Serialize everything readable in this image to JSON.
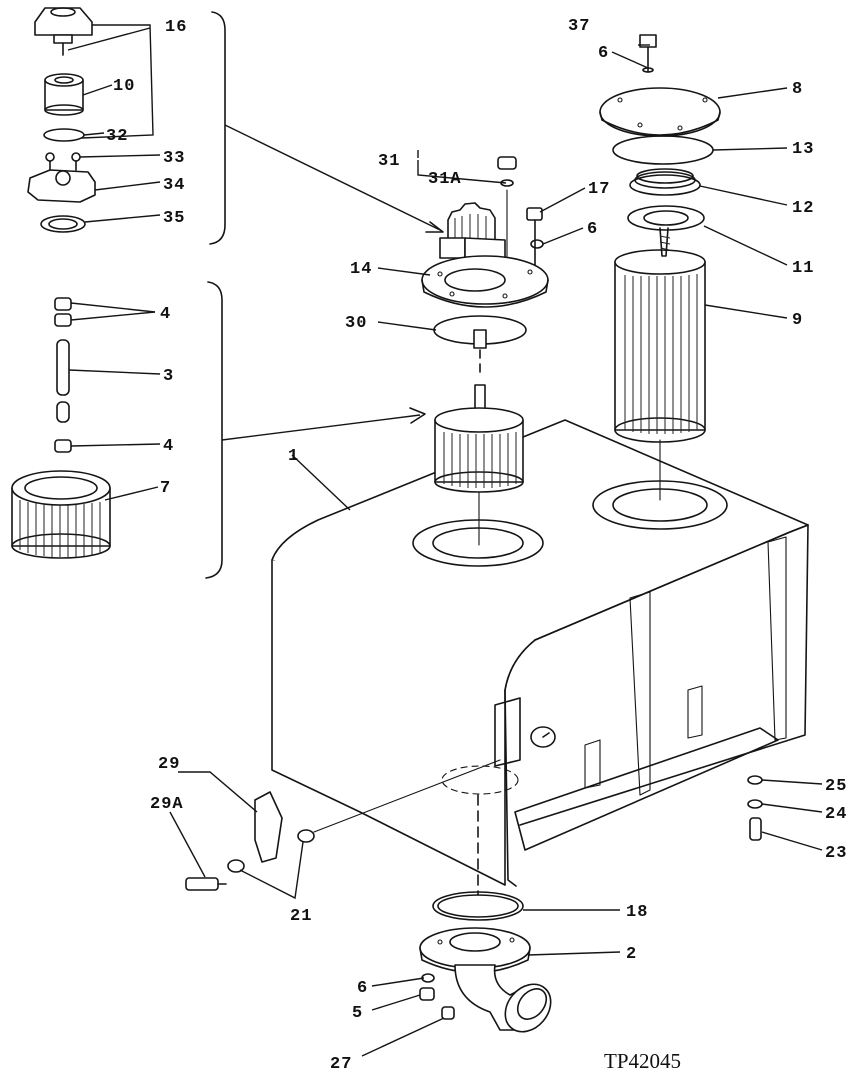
{
  "document_id": "TP42045",
  "callouts": {
    "c1": "1",
    "c2": "2",
    "c3": "3",
    "c4a": "4",
    "c4b": "4",
    "c5": "5",
    "c6a": "6",
    "c6b": "6",
    "c6c": "6",
    "c7": "7",
    "c8": "8",
    "c9": "9",
    "c10": "10",
    "c11": "11",
    "c12": "12",
    "c13": "13",
    "c14": "14",
    "c16": "16",
    "c17": "17",
    "c18": "18",
    "c21": "21",
    "c23": "23",
    "c24": "24",
    "c25": "25",
    "c27": "27",
    "c29": "29",
    "c29a": "29A",
    "c30": "30",
    "c31": "31",
    "c31a": "31A",
    "c32": "32",
    "c33": "33",
    "c34": "34",
    "c35": "35",
    "c37": "37"
  }
}
